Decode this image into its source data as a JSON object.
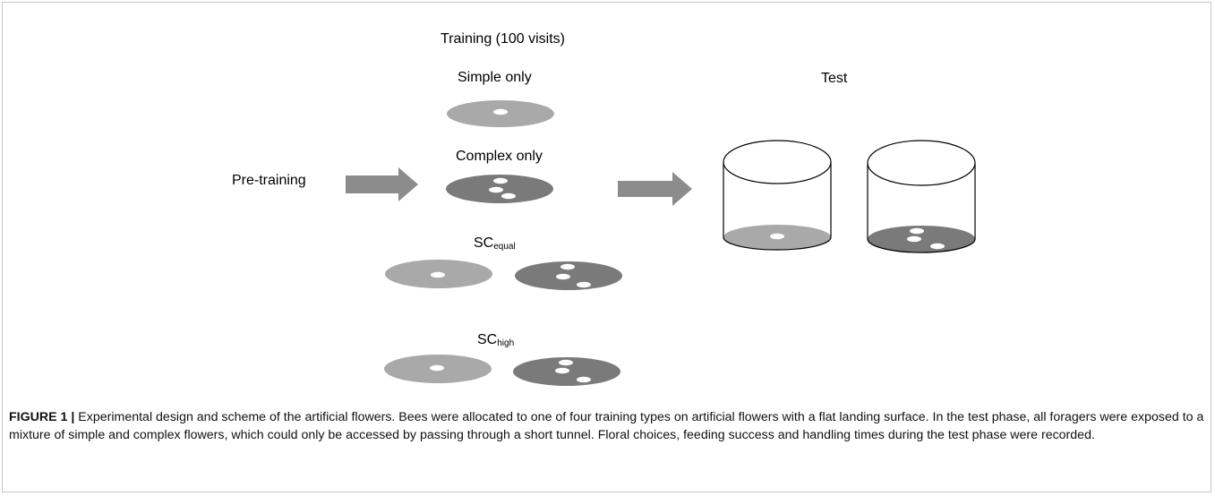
{
  "diagram": {
    "training_title": "Training (100 visits)",
    "simple_only": "Simple only",
    "complex_only": "Complex only",
    "sc_equal": {
      "base": "SC",
      "sub": "equal"
    },
    "sc_high": {
      "base": "SC",
      "sub": "high"
    },
    "pre_training": "Pre-training",
    "test": "Test"
  },
  "colors": {
    "simple_disc": "#a9a9a9",
    "complex_disc": "#7a7a7a",
    "arrow": "#8c8c8c",
    "hole": "#ffffff"
  },
  "caption": {
    "label": "FIGURE 1 |",
    "text": "Experimental design and scheme of the artificial flowers. Bees were allocated to one of four training types on artificial flowers with a flat landing surface. In the test phase, all foragers were exposed to a mixture of simple and complex flowers, which could only be accessed by passing through a short tunnel. Floral choices, feeding success and handling times during the test phase were recorded."
  }
}
